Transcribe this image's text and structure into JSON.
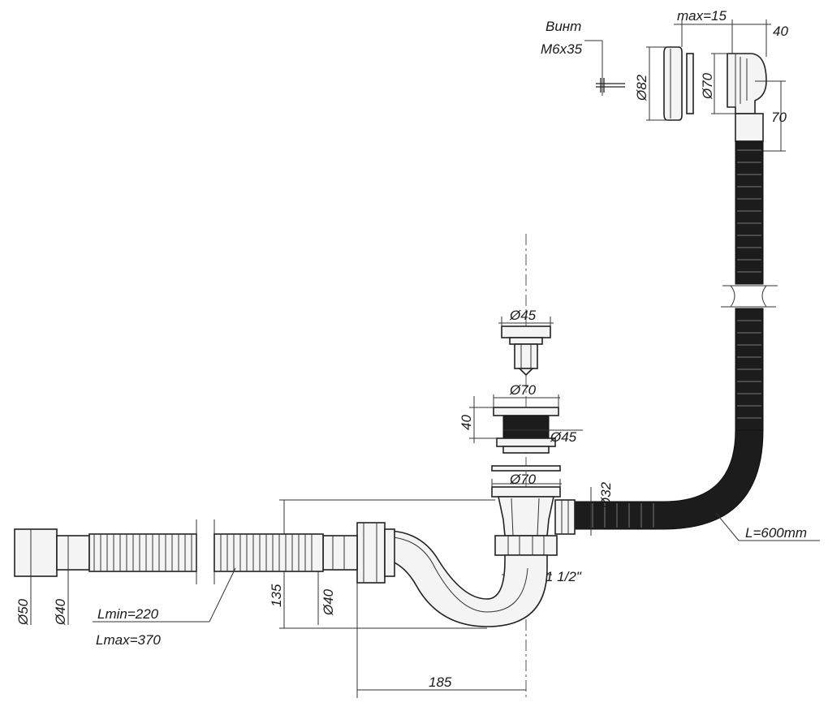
{
  "title": "",
  "labels": {
    "screw_name": "Винт",
    "screw_size": "M6x35",
    "overflow_max": "max=15",
    "overflow_depth": "40",
    "overflow_plate_d": "Ø82",
    "overflow_body_d": "Ø70",
    "overflow_height": "70",
    "plug_d": "Ø45",
    "drain_flange_d": "Ø70",
    "drain_height": "40",
    "drain_inner_d": "Ø45",
    "drain_lower_d": "Ø70",
    "overflow_pipe_d": "Ø32",
    "overflow_pipe_len": "L=600mm",
    "thread": "1 1/2\"",
    "hose_outer_d": "Ø50",
    "hose_inner_d": "Ø40",
    "hose_lmin": "Lmin=220",
    "hose_lmax": "Lmax=370",
    "trap_height": "135",
    "trap_outlet_d": "Ø40",
    "trap_offset": "185"
  }
}
